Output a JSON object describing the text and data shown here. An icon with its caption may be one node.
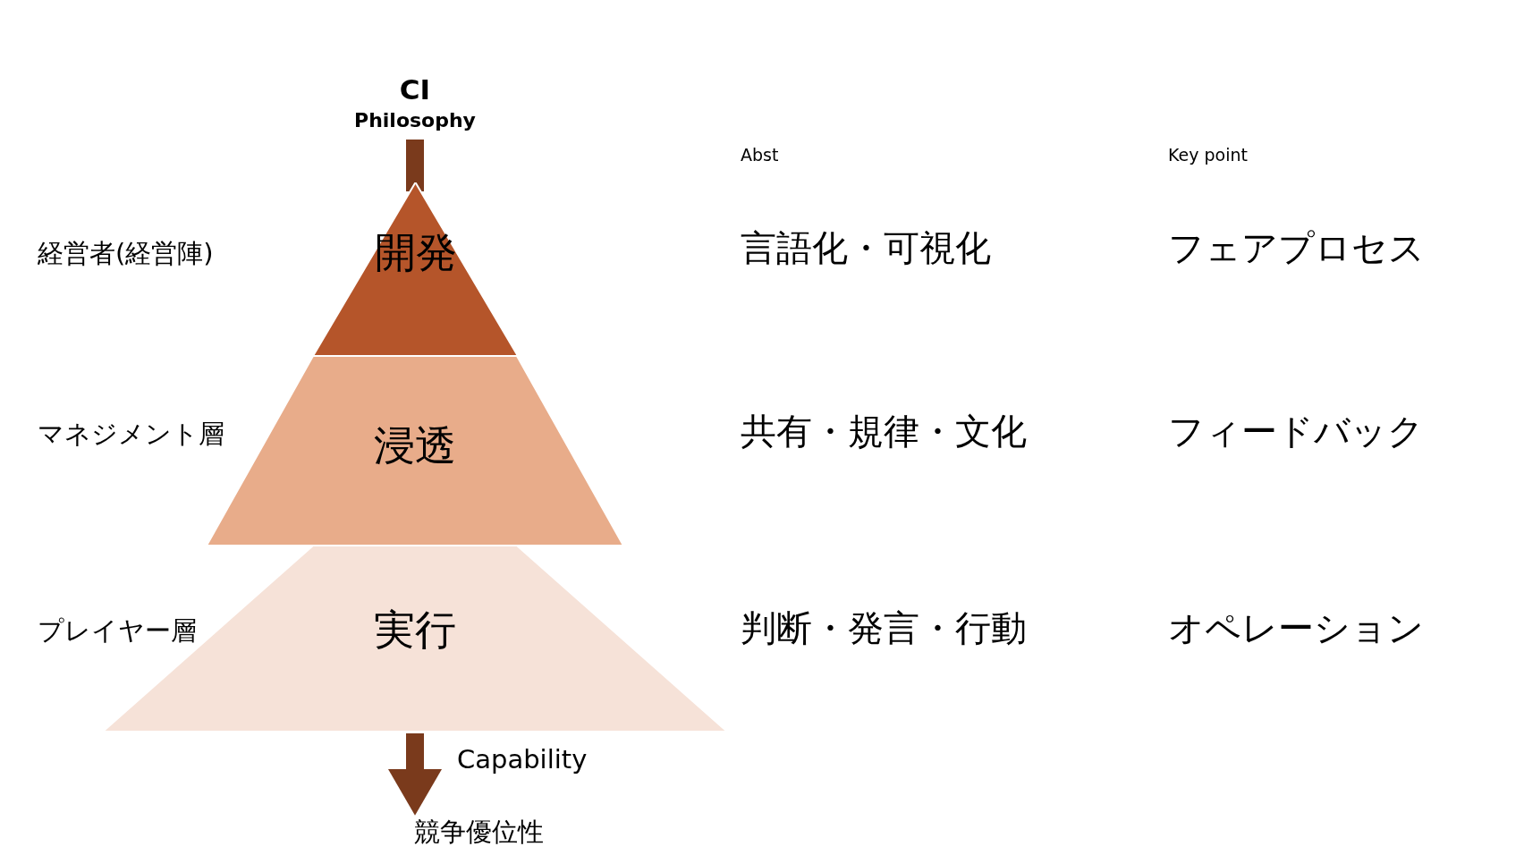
{
  "diagram": {
    "nodes": [
      {
        "text": [
          "CI",
          "Philosophy"
        ]
      },
      {
        "text": [
          "開発"
        ],
        "beside": [
          "経営者(経営陣)"
        ]
      },
      {
        "text": [
          "浸透"
        ],
        "beside": [
          "マネジメント層"
        ]
      },
      {
        "text": [
          "実行"
        ],
        "beside": [
          "プレイヤー層"
        ]
      },
      {
        "text": [
          "競争優位性"
        ]
      }
    ],
    "edges": [
      {
        "from": 0,
        "to": 1,
        "arrow": "none"
      },
      {
        "from": 3,
        "to": 4,
        "arrow": "to",
        "label": "Capability"
      }
    ],
    "labels": [
      "Abst",
      "Key point",
      "言語化・可視化",
      "フェアプロセス",
      "共有・規律・文化",
      "フィードバック",
      "判断・発言・行動",
      "オペレーション"
    ]
  }
}
